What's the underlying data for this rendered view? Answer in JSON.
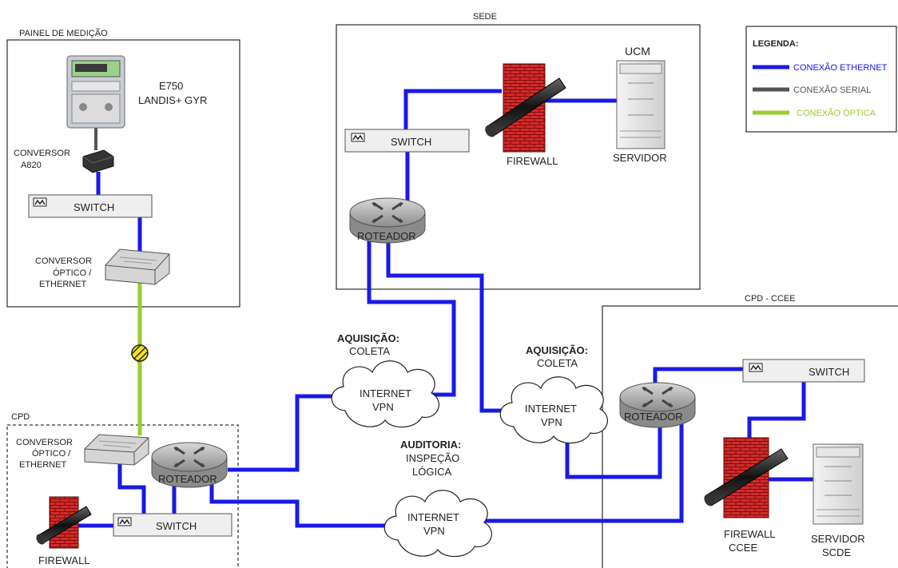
{
  "panels": {
    "painel": "PAINEL DE MEDIÇÃO",
    "sede": "SEDE",
    "cpd": "CPD",
    "cpd_ccee": "CPD - CCEE"
  },
  "legend": {
    "title": "LEGENDA:",
    "ethernet": "CONEXÃO ETHERNET",
    "serial": "CONEXÃO SERIAL",
    "optica": "CONEXÃO ÓPTICA",
    "colors": {
      "ethernet": "#1a1ae6",
      "serial": "#555555",
      "optica": "#9acd32"
    }
  },
  "painel": {
    "meter_line1": "E750",
    "meter_line2": "LANDIS+ GYR",
    "conv_line1": "CONVERSOR",
    "conv_line2": "A820",
    "switch": "SWITCH",
    "opt_line1": "CONVERSOR",
    "opt_line2": "ÓPTICO /",
    "opt_line3": "ETHERNET"
  },
  "sede": {
    "switch": "SWITCH",
    "roteador": "ROTEADOR",
    "firewall": "FIREWALL",
    "ucm": "UCM",
    "servidor": "SERVIDOR"
  },
  "cpd": {
    "opt_line1": "CONVERSOR",
    "opt_line2": "ÓPTICO /",
    "opt_line3": "ETHERNET",
    "roteador": "ROTEADOR",
    "switch": "SWITCH",
    "firewall": "FIREWALL"
  },
  "ccee": {
    "switch": "SWITCH",
    "roteador": "ROTEADOR",
    "firewall_line1": "FIREWALL",
    "firewall_line2": "CCEE",
    "servidor_line1": "SERVIDOR",
    "servidor_line2": "SCDE"
  },
  "clouds": {
    "c1": {
      "head": "AQUISIÇÃO:",
      "sub": "COLETA",
      "line1": "INTERNET",
      "line2": "VPN"
    },
    "c2": {
      "head": "AQUISIÇÃO:",
      "sub": "COLETA",
      "line1": "INTERNET",
      "line2": "VPN"
    },
    "c3": {
      "head": "AUDITORIA:",
      "sub1": "INSPEÇÃO",
      "sub2": "LÓGICA",
      "line1": "INTERNET",
      "line2": "VPN"
    }
  }
}
